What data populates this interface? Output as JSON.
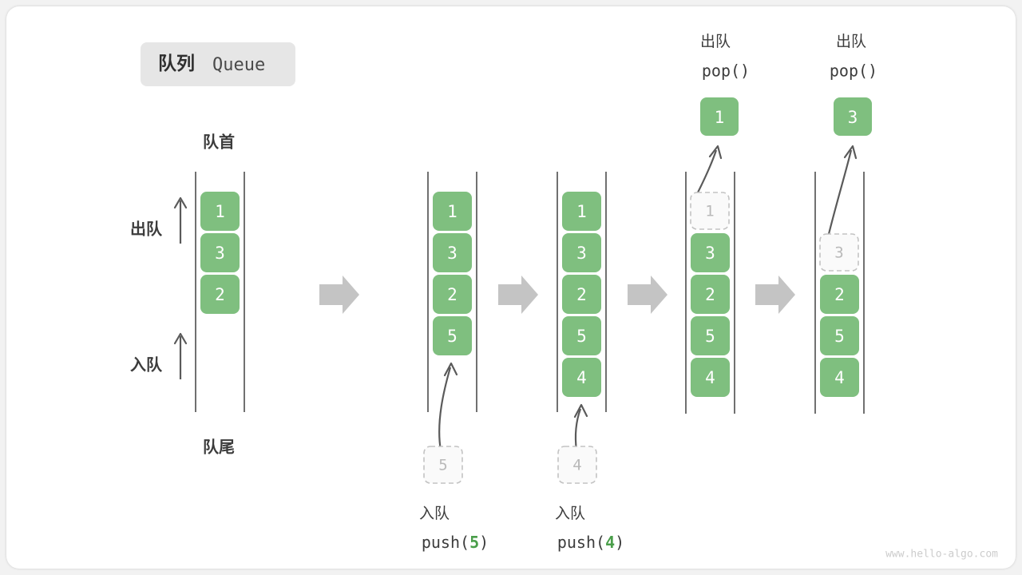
{
  "title": {
    "cn": "队列",
    "en": "Queue"
  },
  "watermark": "www.hello-algo.com",
  "labels": {
    "front": "队首",
    "rear": "队尾",
    "dequeue": "出队",
    "enqueue": "入队"
  },
  "legend_ops": {
    "pop_cn": "出队",
    "pop_code": "pop()",
    "push_cn": "入队",
    "push_code_prefix": "push(",
    "push_code_suffix": ")"
  },
  "colors": {
    "cell_green": "#7fbf7f",
    "ghost_gray": "#c3c3c3",
    "arrow_gray": "#c4c4c4",
    "text_dark": "#3c3c3c",
    "highlight_green": "#4a9e4a"
  },
  "columns": [
    {
      "id": "col1",
      "cells": [
        "1",
        "3",
        "2"
      ],
      "ghost": null,
      "popped": null
    },
    {
      "id": "col2",
      "cells": [
        "1",
        "3",
        "2",
        "5"
      ],
      "ghost": "5",
      "popped": null
    },
    {
      "id": "col3",
      "cells": [
        "1",
        "3",
        "2",
        "5",
        "4"
      ],
      "ghost": "4",
      "popped": null
    },
    {
      "id": "col4",
      "cells": [
        "3",
        "2",
        "5",
        "4"
      ],
      "ghost": "1",
      "popped": "1"
    },
    {
      "id": "col5",
      "cells": [
        "2",
        "5",
        "4"
      ],
      "ghost": "3",
      "popped": "3"
    }
  ],
  "operations": [
    {
      "id": "op-push-5",
      "cn": "入队",
      "code_value": "5"
    },
    {
      "id": "op-push-4",
      "cn": "入队",
      "code_value": "4"
    },
    {
      "id": "op-pop-1",
      "cn": "出队",
      "code": "pop()",
      "value": "1"
    },
    {
      "id": "op-pop-3",
      "cn": "出队",
      "code": "pop()",
      "value": "3"
    }
  ],
  "cell_values": {
    "c1_0": "1",
    "c1_1": "3",
    "c1_2": "2",
    "c2_0": "1",
    "c2_1": "3",
    "c2_2": "2",
    "c2_3": "5",
    "c3_0": "1",
    "c3_1": "3",
    "c3_2": "2",
    "c3_3": "5",
    "c3_4": "4",
    "c4_0": "3",
    "c4_1": "2",
    "c4_2": "5",
    "c4_3": "4",
    "c5_0": "2",
    "c5_1": "5",
    "c5_2": "4",
    "g2": "5",
    "g3": "4",
    "g4": "1",
    "g5": "3",
    "p4": "1",
    "p5": "3"
  }
}
